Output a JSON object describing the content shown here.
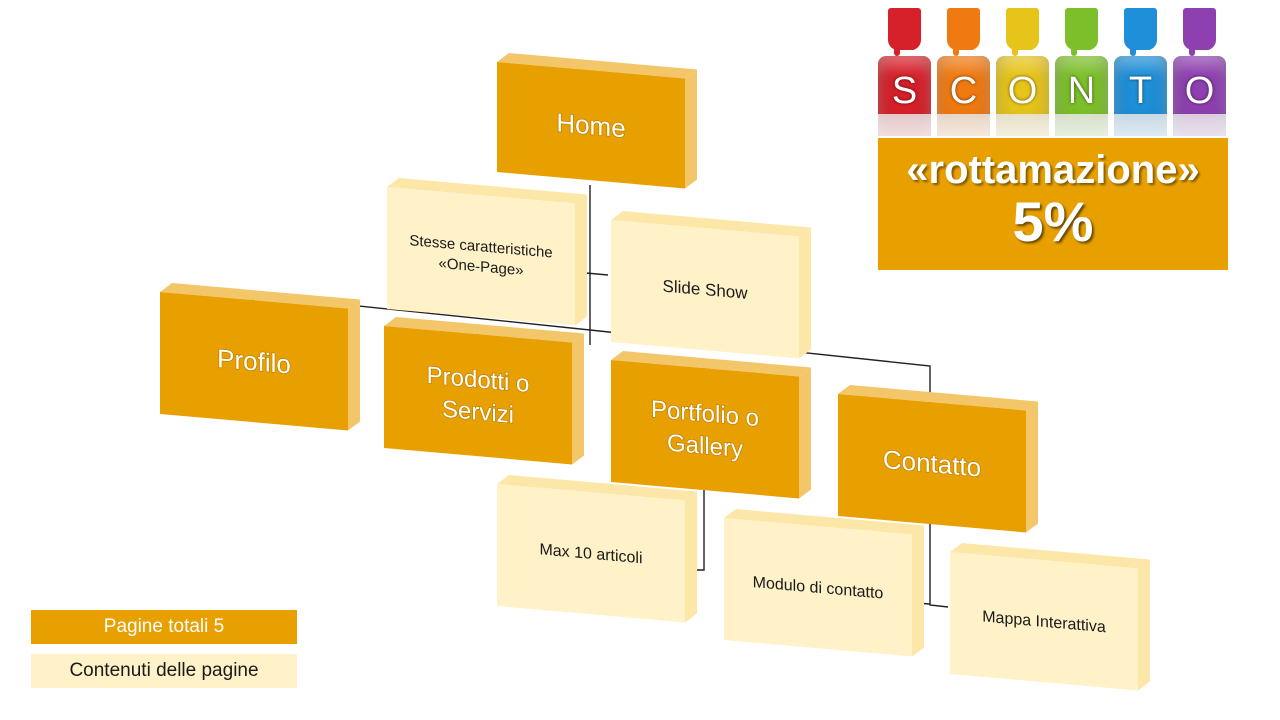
{
  "diagram": {
    "nodes": [
      {
        "id": "home",
        "label": [
          "Home"
        ],
        "kind": "orange"
      },
      {
        "id": "one-page",
        "label": [
          "Stesse caratteristiche",
          "«One-Page»"
        ],
        "kind": "cream"
      },
      {
        "id": "slide-show",
        "label": [
          "Slide Show"
        ],
        "kind": "cream"
      },
      {
        "id": "profilo",
        "label": [
          "Profilo"
        ],
        "kind": "orange"
      },
      {
        "id": "prodotti",
        "label": [
          "Prodotti  o",
          "Servizi"
        ],
        "kind": "orange"
      },
      {
        "id": "portfolio",
        "label": [
          "Portfolio  o",
          "Gallery"
        ],
        "kind": "orange"
      },
      {
        "id": "contatto",
        "label": [
          "Contatto"
        ],
        "kind": "orange"
      },
      {
        "id": "max10",
        "label": [
          "Max 10 articoli"
        ],
        "kind": "cream"
      },
      {
        "id": "modulo",
        "label": [
          "Modulo di contatto"
        ],
        "kind": "cream"
      },
      {
        "id": "mappa",
        "label": [
          "Mappa Interattiva"
        ],
        "kind": "cream"
      }
    ],
    "edges": [
      [
        "home",
        "one-page"
      ],
      [
        "home",
        "slide-show"
      ],
      [
        "home",
        "profilo"
      ],
      [
        "home",
        "prodotti"
      ],
      [
        "home",
        "portfolio"
      ],
      [
        "home",
        "contatto"
      ],
      [
        "portfolio",
        "max10"
      ],
      [
        "contatto",
        "modulo"
      ],
      [
        "contatto",
        "mappa"
      ]
    ]
  },
  "promo": {
    "jar_letters": [
      "S",
      "C",
      "O",
      "N",
      "T",
      "O"
    ],
    "jar_colors": [
      "#d6202a",
      "#f07a12",
      "#e6c41a",
      "#7cbf2a",
      "#1e8fd8",
      "#8e3fb0"
    ],
    "line1": "«rottamazione»",
    "line2": "5%"
  },
  "legend": {
    "total_pages": "Pagine totali 5",
    "page_contents": "Contenuti delle pagine"
  },
  "colors": {
    "orange": "#e8a000",
    "orange_side": "#f3c66a",
    "cream": "#fff2c8",
    "cream_side": "#fde7a8",
    "line": "#222222"
  }
}
